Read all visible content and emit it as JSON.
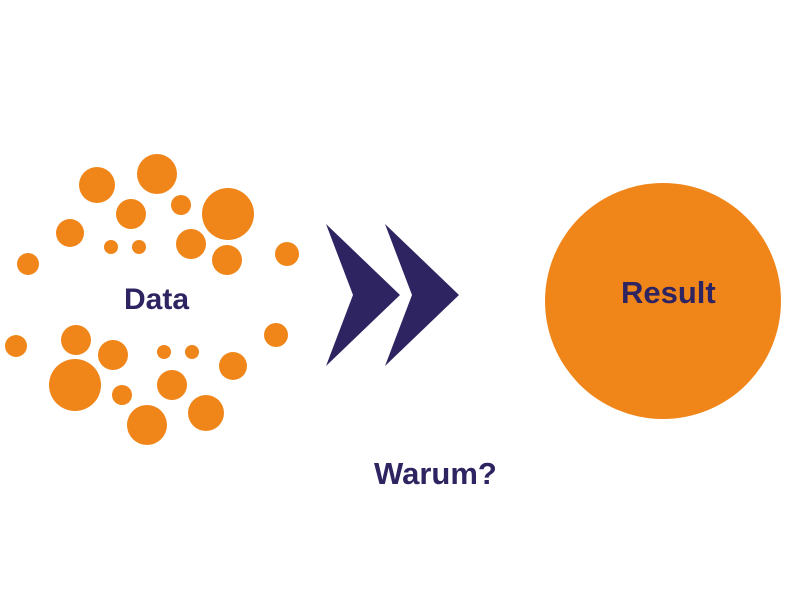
{
  "colors": {
    "accent": "#f08519",
    "text": "#2e2461",
    "arrow": "#2e2461",
    "background": "#ffffff"
  },
  "labels": {
    "data": "Data",
    "result": "Result",
    "question": "Warum?"
  },
  "icons": {
    "process_arrow": "double-chevron-right-icon"
  }
}
